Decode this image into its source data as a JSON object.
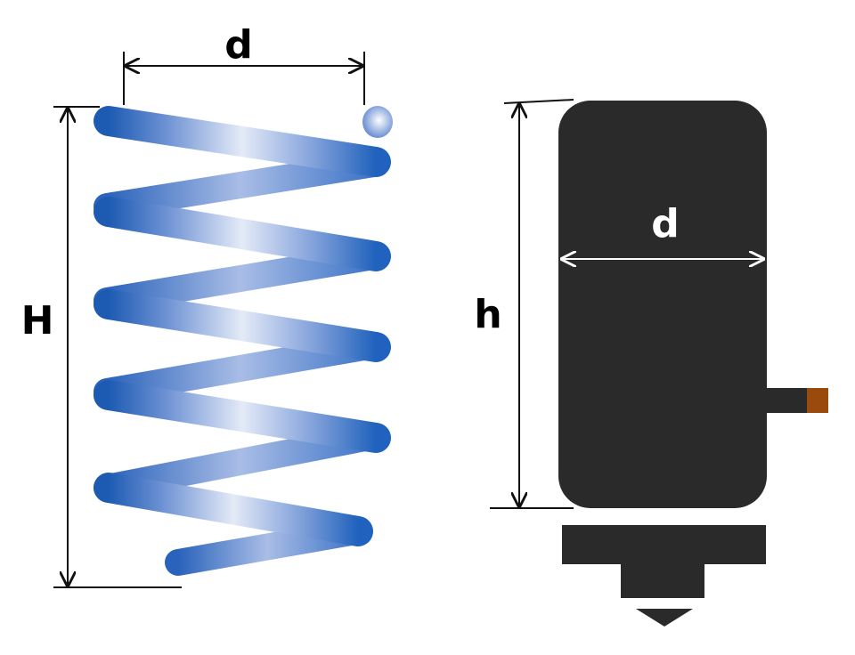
{
  "spring": {
    "width_label": "d",
    "height_label": "H",
    "colors": {
      "coil_dark": "#1f5fb8",
      "coil_light": "#e6ecf8"
    }
  },
  "cylinder": {
    "width_label": "d",
    "height_label": "h",
    "colors": {
      "body": "#2a2a2a",
      "tip": "#9a4a0c",
      "dimension_line": "#ffffff"
    }
  }
}
